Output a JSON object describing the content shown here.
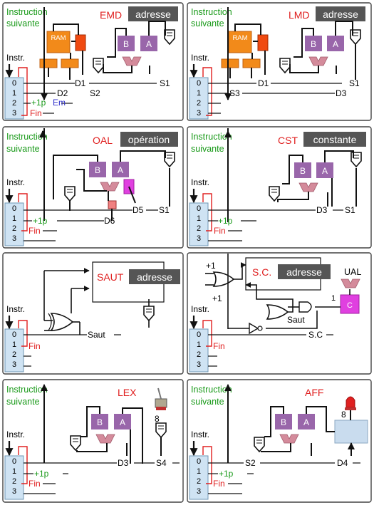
{
  "colors": {
    "green": "#1a9a1a",
    "red": "#e02020",
    "blue": "#3333cc",
    "dark_box": "#555555",
    "purple": "#9966aa",
    "pink_alu": "#d48b9b",
    "orange": "#f28a1a",
    "orange_dark": "#f04a10",
    "magenta": "#e040e0",
    "counter_fill": "#cfe3f3",
    "counter_stroke": "#6f97b5",
    "reg_d4": "#c9dcee"
  },
  "common": {
    "next_l1": "Instruction",
    "next_l2": "suivante",
    "instr": "Instr.",
    "c0": "0",
    "c1": "1",
    "c2": "2",
    "c3": "3",
    "reg_b": "B",
    "reg_a": "A",
    "fin": "Fin",
    "plus1p": "+1p",
    "ram": "RAM"
  },
  "panels": [
    {
      "id": "emd",
      "title": "EMD",
      "box": "adresse",
      "labels": {
        "d1": "D1",
        "s1": "S1",
        "d2": "D2",
        "s2": "S2",
        "em": "Em"
      }
    },
    {
      "id": "lmd",
      "title": "LMD",
      "box": "adresse",
      "labels": {
        "d1": "D1",
        "s1": "S1",
        "s3": "S3",
        "d3": "D3"
      }
    },
    {
      "id": "oal",
      "title": "OAL",
      "box": "opération",
      "labels": {
        "d5": "D5",
        "s1": "S1",
        "d6": "D6"
      }
    },
    {
      "id": "cst",
      "title": "CST",
      "box": "constante",
      "labels": {
        "d3": "D3",
        "s1": "S1"
      }
    },
    {
      "id": "saut",
      "title": "SAUT",
      "box": "adresse",
      "labels": {
        "saut": "Saut"
      }
    },
    {
      "id": "sc",
      "title": "S.C.",
      "box": "adresse",
      "labels": {
        "plus1a": "+1",
        "plus1b": "+1",
        "saut": "Saut",
        "sc": "S.C",
        "ual": "UAL",
        "c": "C",
        "one": "1"
      }
    },
    {
      "id": "lex",
      "title": "LEX",
      "box": "",
      "labels": {
        "d3": "D3",
        "s4": "S4",
        "eight": "8"
      }
    },
    {
      "id": "aff",
      "title": "AFF",
      "box": "",
      "labels": {
        "s2": "S2",
        "d4": "D4",
        "eight": "8"
      }
    }
  ]
}
